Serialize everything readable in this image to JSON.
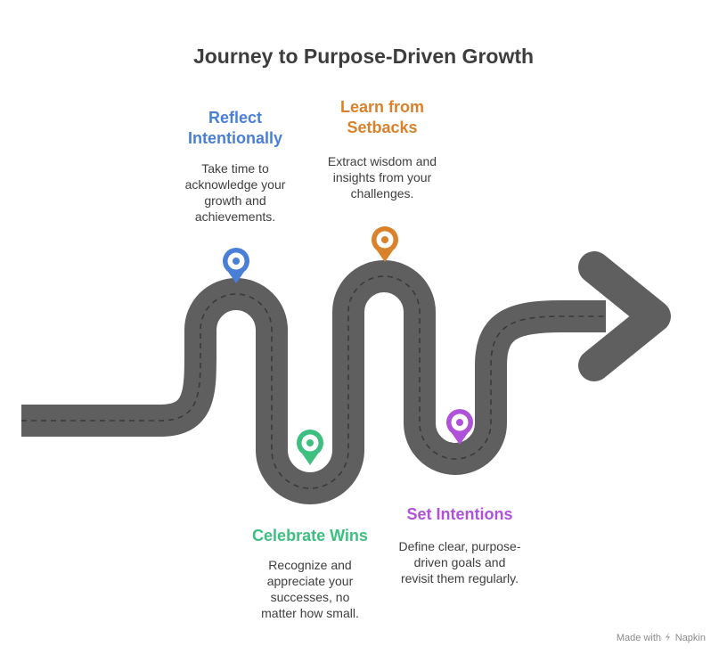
{
  "title": "Journey to Purpose-Driven Growth",
  "steps": [
    {
      "id": "reflect",
      "title": "Reflect\nIntentionally",
      "description": "Take time to\nacknowledge your\ngrowth and\nachievements.",
      "color": "#4a7fd6"
    },
    {
      "id": "setbacks",
      "title": "Learn from\nSetbacks",
      "description": "Extract wisdom and\ninsights from your\nchallenges.",
      "color": "#d9822b"
    },
    {
      "id": "celebrate",
      "title": "Celebrate Wins",
      "description": "Recognize and\nappreciate your\nsuccesses, no\nmatter how small.",
      "color": "#3dbf80"
    },
    {
      "id": "intentions",
      "title": "Set Intentions",
      "description": "Define clear, purpose-\ndriven goals and\nrevisit them regularly.",
      "color": "#b052d9"
    }
  ],
  "road_color": "#5f5f5f",
  "dash_color": "#3a3a3a",
  "footer": {
    "made_with": "Made with",
    "brand": "Napkin"
  }
}
